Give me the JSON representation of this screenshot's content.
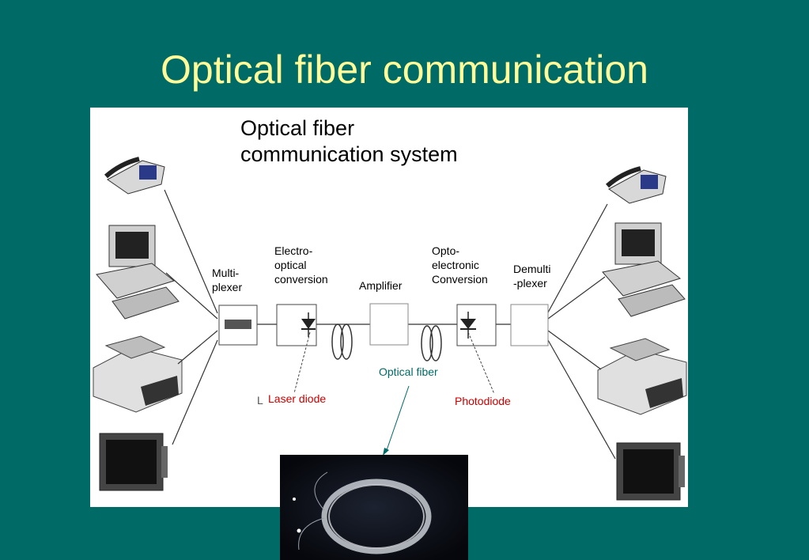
{
  "slide": {
    "title": "Optical fiber communication"
  },
  "diagram": {
    "heading_line1": "Optical fiber",
    "heading_line2": "communication system",
    "multiplexer": [
      "Multi-",
      "plexer"
    ],
    "electro_optical": [
      "Electro-",
      "optical",
      "conversion"
    ],
    "amplifier": "Amplifier",
    "opto_electronic": [
      "Opto-",
      "electronic",
      "Conversion"
    ],
    "demultiplexer": [
      "Demulti",
      "-plexer"
    ],
    "optical_fiber": "Optical fiber",
    "laser_diode": "Laser diode",
    "photodiode": "Photodiode"
  },
  "colors": {
    "background": "#006a66",
    "title": "#ffff99",
    "red_label": "#cc0000",
    "fiber_label": "#006a66"
  },
  "icons": [
    "telephone-icon",
    "computer-icon",
    "printer-icon",
    "monitor-icon",
    "optical-fiber-coil-photo"
  ]
}
